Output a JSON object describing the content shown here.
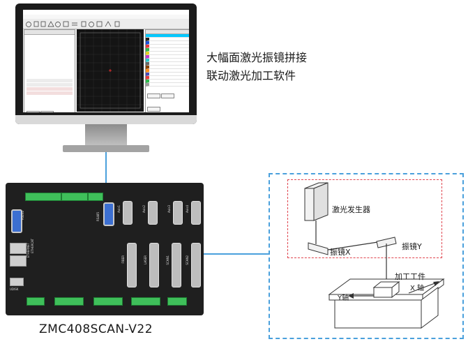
{
  "caption": {
    "line1": "大幅面激光振镜拼接",
    "line2": "联动激光加工软件"
  },
  "controller": {
    "model_label": "ZMC408SCAN-V22",
    "port_labels": {
      "rs232": "RS232",
      "ethernet": "ETHERNET",
      "ethercat": "ETHERCAT",
      "rs485": "RS485",
      "axis_ports": [
        "Axis1",
        "Axis2",
        "Axis3",
        "Axis4"
      ],
      "fiber": "FIBER",
      "laser": "LASER",
      "scan1": "SCAN1",
      "scan2": "SCAN2",
      "udisk": "UDISK"
    }
  },
  "diagram": {
    "laser_generator": "激光发生器",
    "mirror_x": "振镜X",
    "mirror_y": "振镜Y",
    "workpiece": "加工工件",
    "x_axis": "X 轴",
    "y_axis": "Y轴"
  },
  "colors": {
    "connector_line": "#4aa0dc",
    "outer_dashed": "#4aa0dc",
    "inner_dashed": "#e0444e",
    "terminal_green": "#3fbf5a",
    "db_blue": "#3c6fd1",
    "software_highlight": "#00c8ff"
  }
}
